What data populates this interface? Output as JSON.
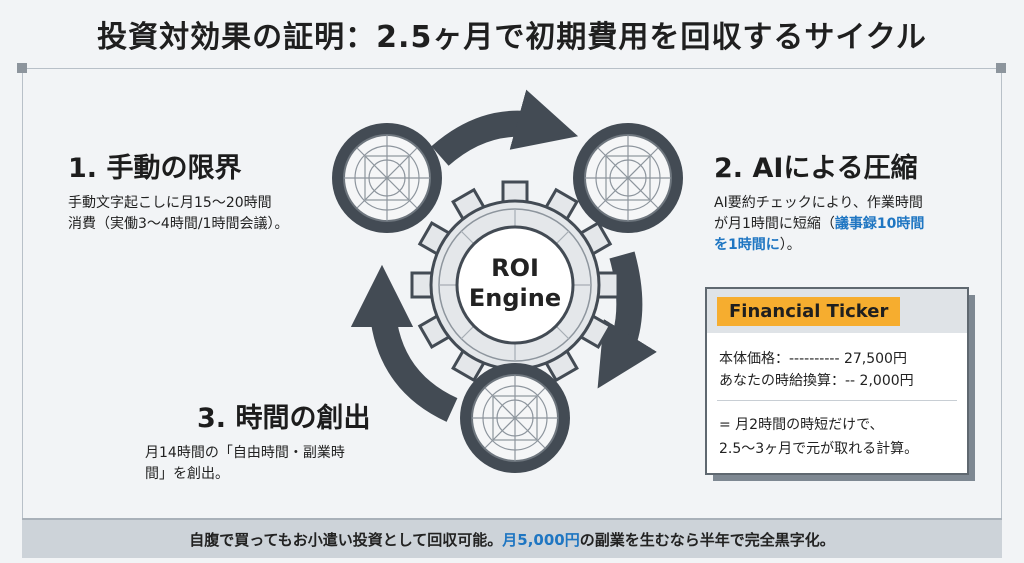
{
  "title": "投資対効果の証明：2.5ヶ月で初期費用を回収するサイクル",
  "center": {
    "line1": "ROI",
    "line2": "Engine"
  },
  "steps": [
    {
      "heading": "1. 手動の限界",
      "text1": "手動文字起こしに月15〜20時間",
      "text2": "消費（実働3〜4時間/1時間会議）。"
    },
    {
      "heading": "2. AIによる圧縮",
      "text1": "AI要約チェックにより、作業時間",
      "text2a": "が月1時間に短縮（",
      "text2_hl": "議事録10時間",
      "text3_hl": "を1時間に",
      "text3b": "）。"
    },
    {
      "heading": "3. 時間の創出",
      "text1": "月14時間の「自由時間・副業時",
      "text2": "間」を創出。"
    }
  ],
  "ticker": {
    "label": "Financial Ticker",
    "row1": "本体価格：---------- 27,500円",
    "row2": "あなたの時給換算：-- 2,000円",
    "row3": "= 月2時間の時短だけで、",
    "row4": "2.5〜3ヶ月で元が取れる計算。"
  },
  "footer": {
    "before": "自腹で買ってもお小遣い投資として回収可能。",
    "highlight": "月5,000円",
    "after": "の副業を生むなら半年で完全黒字化。"
  },
  "colors": {
    "highlight": "#1f76c2",
    "ticker_label": "#f6ad2f",
    "dark": "#434b54"
  }
}
